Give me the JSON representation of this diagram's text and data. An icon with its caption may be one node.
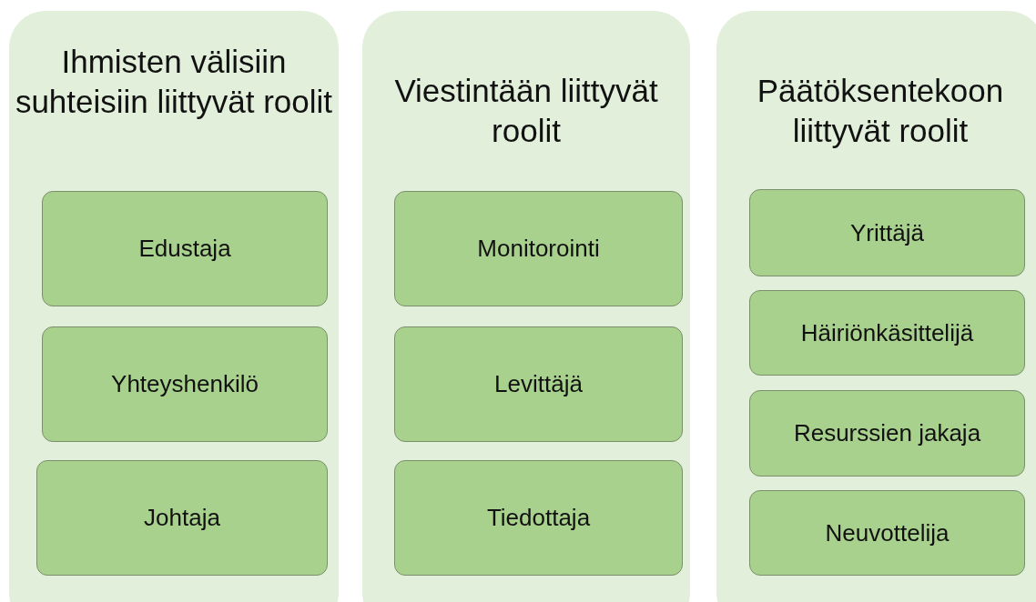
{
  "diagram": {
    "nodes": [
      {
        "text": [
          "Ihmisten välisiin suhteisiin liittyvät roolit"
        ]
      },
      {
        "text": [
          "Edustaja"
        ],
        "in": 0
      },
      {
        "text": [
          "Yhteyshenkilö"
        ],
        "in": 0
      },
      {
        "text": [
          "Johtaja"
        ],
        "in": 0
      },
      {
        "text": [
          "Viestintään liittyvät roolit"
        ]
      },
      {
        "text": [
          "Monitorointi"
        ],
        "in": 4
      },
      {
        "text": [
          "Levittäjä"
        ],
        "in": 4
      },
      {
        "text": [
          "Tiedottaja"
        ],
        "in": 4
      },
      {
        "text": [
          "Päätöksentekoon liittyvät roolit"
        ]
      },
      {
        "text": [
          "Yrittäjä"
        ],
        "in": 8
      },
      {
        "text": [
          "Häiriönkäsittelijä"
        ],
        "in": 8
      },
      {
        "text": [
          "Resurssien jakaja"
        ],
        "in": 8
      },
      {
        "text": [
          "Neuvottelija"
        ],
        "in": 8
      }
    ]
  }
}
